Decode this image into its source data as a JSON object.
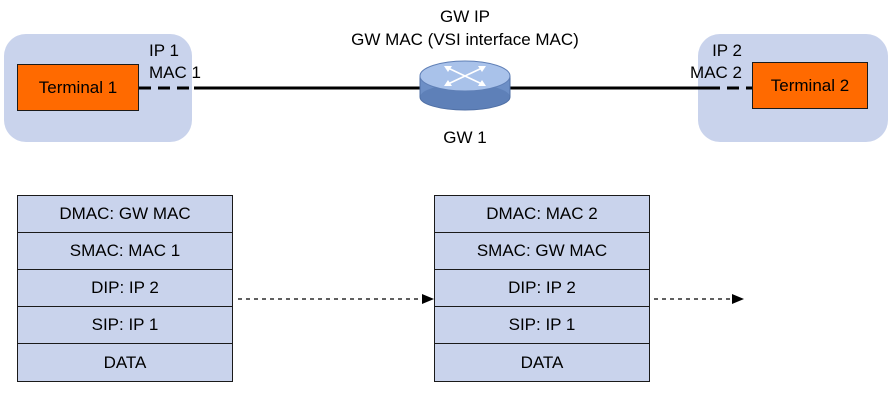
{
  "gateway": {
    "ip_label": "GW IP",
    "mac_label": "GW MAC (VSI interface MAC)",
    "name": "GW 1",
    "icon": "router-icon"
  },
  "terminal1": {
    "name": "Terminal 1",
    "ip": "IP 1",
    "mac": "MAC 1"
  },
  "terminal2": {
    "name": "Terminal 2",
    "ip": "IP 2",
    "mac": "MAC 2"
  },
  "packet_before": {
    "fields": [
      "DMAC: GW MAC",
      "SMAC: MAC 1",
      "DIP: IP 2",
      "SIP: IP 1",
      "DATA"
    ]
  },
  "packet_after": {
    "fields": [
      "DMAC: MAC 2",
      "SMAC: GW MAC",
      "DIP: IP 2",
      "SIP: IP 1",
      "DATA"
    ]
  },
  "colors": {
    "zone": "#c9d3ec",
    "terminal": "#ff6a00",
    "router_body": "#7d9fd3",
    "router_top": "#a9c2ea",
    "line": "#000000"
  }
}
